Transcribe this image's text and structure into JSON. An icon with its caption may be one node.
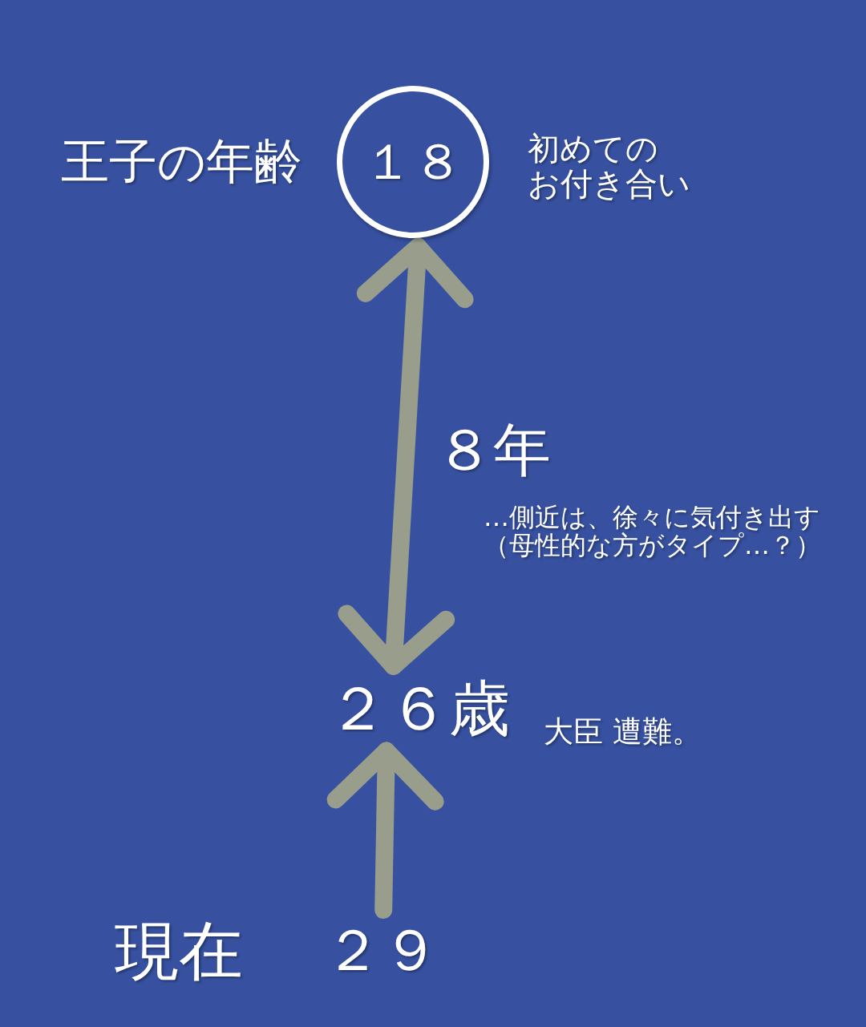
{
  "diagram": {
    "nodes": [
      {
        "text": [
          "１８"
        ],
        "beside": [
          "初めてのお付き合い"
        ]
      },
      {
        "text": [
          "２６歳"
        ],
        "beside": [
          "大臣 遭難。"
        ]
      },
      {
        "text": [
          "２９"
        ]
      }
    ],
    "edges": [
      {
        "from": 0,
        "to": 1,
        "arrow": "both",
        "label": "８年"
      },
      {
        "from": 2,
        "to": 1,
        "arrow": "to"
      }
    ],
    "labels": [
      "王子の年齢",
      "…側近は、徐々に気付き出す（母性的な方がタイプ…？）",
      "現在"
    ]
  }
}
